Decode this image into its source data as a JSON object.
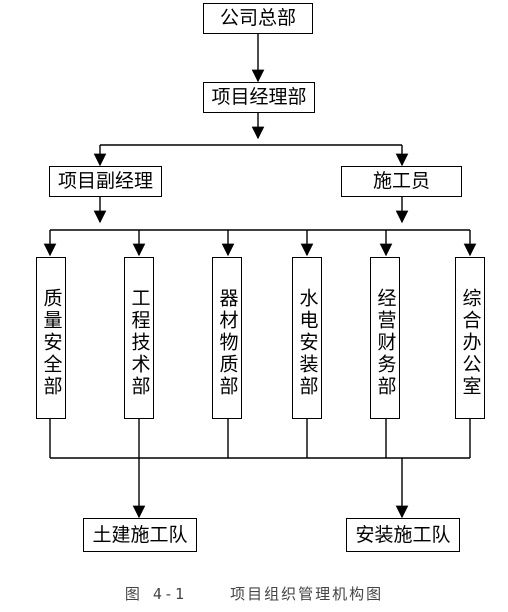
{
  "title": "图 4-1    项目组织管理机构图",
  "nodes": {
    "hq": "公司总部",
    "pm": "项目经理部",
    "deputy_pm": "项目副经理",
    "constructor": "施工员",
    "departments": [
      "质量安全部",
      "工程技术部",
      "器材物质部",
      "水电安装部",
      "经营财务部",
      "综合办公室"
    ],
    "civil_team": "土建施工队",
    "install_team": "安装施工队"
  }
}
